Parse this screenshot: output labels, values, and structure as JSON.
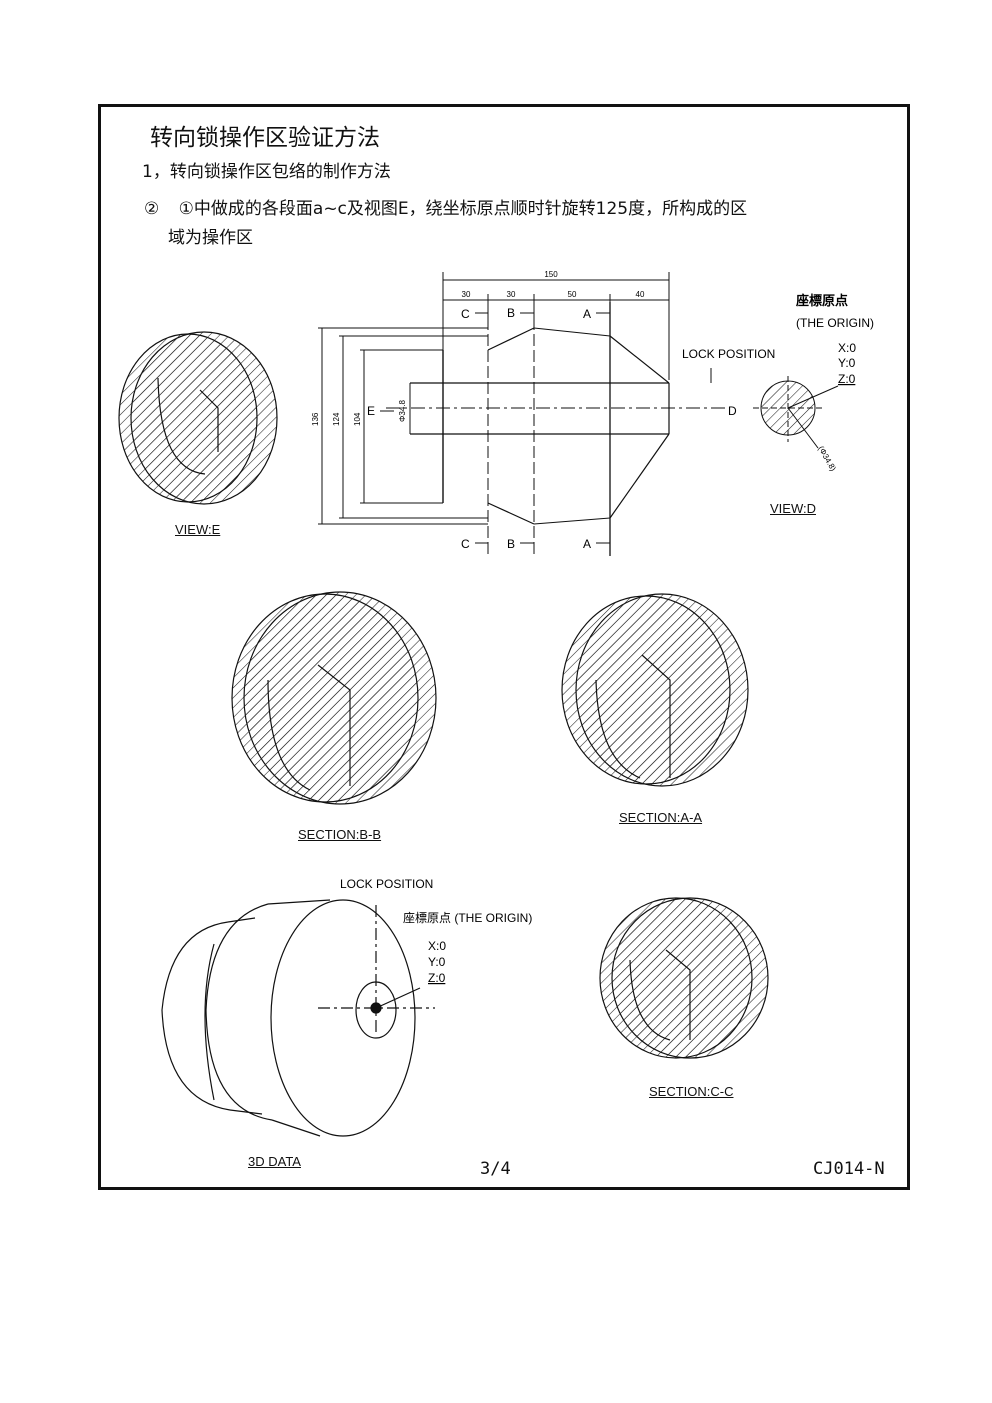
{
  "header": {
    "title": "转向锁操作区验证方法",
    "subtitle": "1，转向锁操作区包络的制作方法",
    "step_marker": "②",
    "step_text_1": "①中做成的各段面a~c及视图E，绕坐标原点顺时针旋转125度，所构成的区",
    "step_text_2": "域为操作区"
  },
  "drawing": {
    "dim_total": "150",
    "dim_30a": "30",
    "dim_30b": "30",
    "dim_50": "50",
    "dim_40": "40",
    "dim_136": "136",
    "dim_124": "124",
    "dim_104": "104",
    "dim_dia": "Φ34.8",
    "sec_c": "C",
    "sec_b": "B",
    "sec_a": "A",
    "sec_c2": "C",
    "sec_b2": "B",
    "sec_a2": "A",
    "view_e_arrow": "E",
    "view_d_arrow": "D",
    "lock_position": "LOCK POSITION",
    "origin_cn": "座標原点",
    "origin_en": "(THE ORIGIN)",
    "x0": "X:0",
    "y0": "Y:0",
    "z0": "Z:0",
    "d_circle_dim": "(Φ34.8)",
    "lock_position_3d": "LOCK POSITION",
    "origin_3d": "座標原点 (THE ORIGIN)",
    "x0_3d": "X:0",
    "y0_3d": "Y:0",
    "z0_3d": "Z:0"
  },
  "labels": {
    "view_e": "VIEW:E",
    "view_d": "VIEW:D",
    "section_bb": "SECTION:B-B",
    "section_aa": "SECTION:A-A",
    "section_cc": "SECTION:C-C",
    "data_3d": "3D DATA"
  },
  "footer": {
    "page": "3/4",
    "doc_code": "CJ014-N"
  }
}
